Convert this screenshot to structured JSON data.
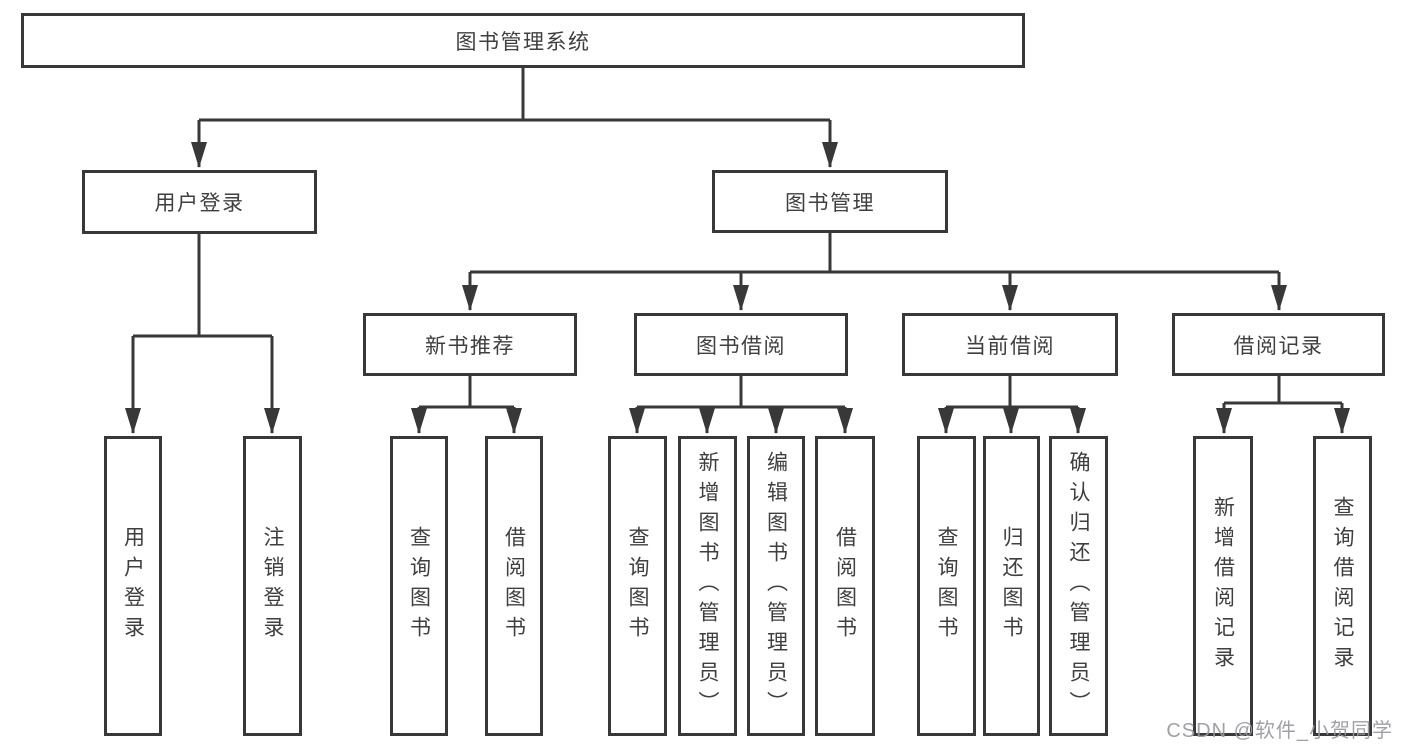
{
  "diagram_type": "hierarchy-tree",
  "colors": {
    "line": "#383838",
    "box_border": "#383838",
    "box_fill": "#ffffff",
    "text": "#3f3f3f",
    "watermark": "#98989e",
    "background": "#ffffff"
  },
  "tree": {
    "label": "图书管理系统",
    "children": [
      {
        "label": "用户登录",
        "children": [
          {
            "label": "用户登录"
          },
          {
            "label": "注销登录"
          }
        ]
      },
      {
        "label": "图书管理",
        "children": [
          {
            "label": "新书推荐",
            "children": [
              {
                "label": "查询图书"
              },
              {
                "label": "借阅图书"
              }
            ]
          },
          {
            "label": "图书借阅",
            "children": [
              {
                "label": "查询图书"
              },
              {
                "label": "新增图书（管理员）"
              },
              {
                "label": "编辑图书（管理员）"
              },
              {
                "label": "借阅图书"
              }
            ]
          },
          {
            "label": "当前借阅",
            "children": [
              {
                "label": "查询图书"
              },
              {
                "label": "归还图书"
              },
              {
                "label": "确认归还（管理员）"
              }
            ]
          },
          {
            "label": "借阅记录",
            "children": [
              {
                "label": "新增借阅记录"
              },
              {
                "label": "查询借阅记录"
              }
            ]
          }
        ]
      }
    ]
  },
  "watermark": {
    "text": "CSDN @软件_小贺同学"
  }
}
